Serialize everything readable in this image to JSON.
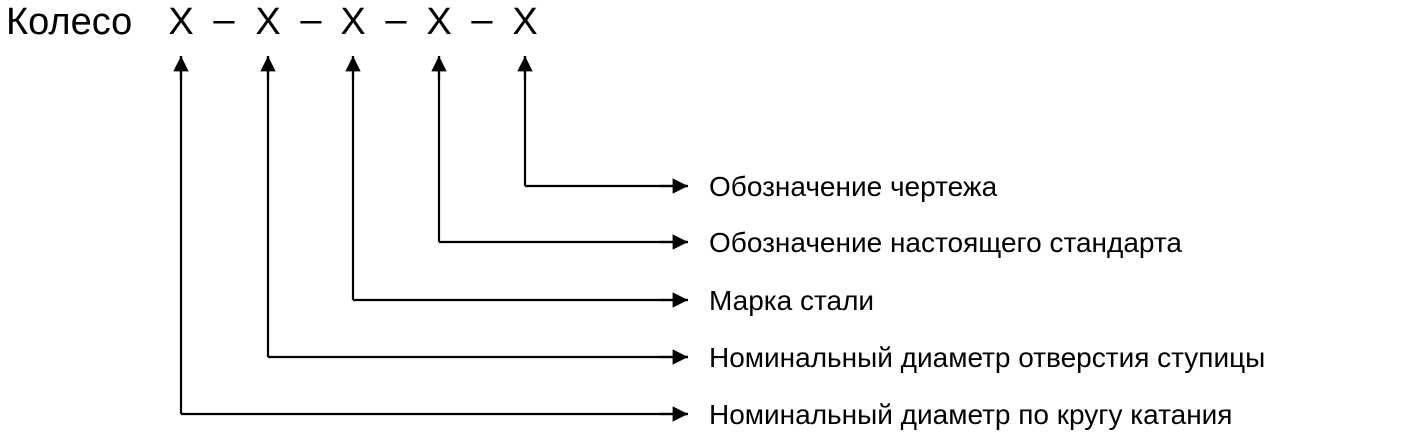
{
  "designation": {
    "prefix": "Колесо",
    "placeholders": [
      "X",
      "X",
      "X",
      "X",
      "X"
    ],
    "separator": "–"
  },
  "labels": [
    "Обозначение чертежа",
    "Обозначение настоящего стандарта",
    "Марка стали",
    "Номинальный диаметр отверстия ступицы",
    "Номинальный диаметр по кругу катания"
  ]
}
